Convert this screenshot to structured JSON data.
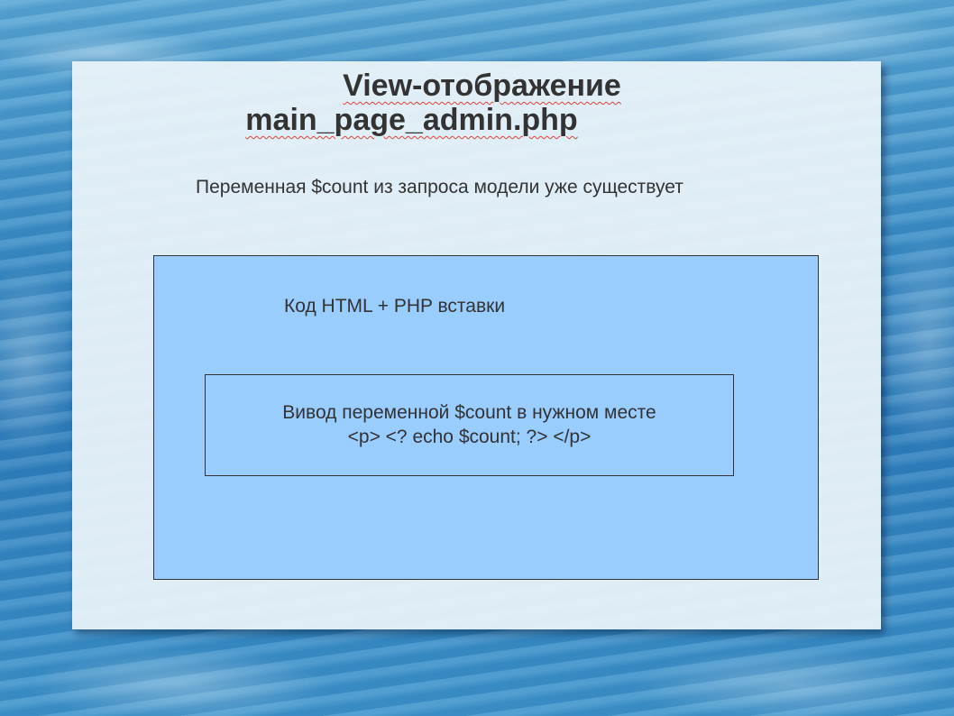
{
  "slide": {
    "title_line1": "View-отображение",
    "title_line2": "main_page_admin.php",
    "subtitle": "Переменная $count из запроса модели уже существует",
    "outer_box": {
      "label": "Код HTML + PHP вставки",
      "inner_box": {
        "line1": "Вивод переменной $count в нужном месте",
        "line2": "<p> <? echo $count; ?> </p>"
      }
    }
  },
  "colors": {
    "outer_box_fill": "#99ccff",
    "text": "#333333",
    "spellcheck_underline": "#e0443a"
  }
}
